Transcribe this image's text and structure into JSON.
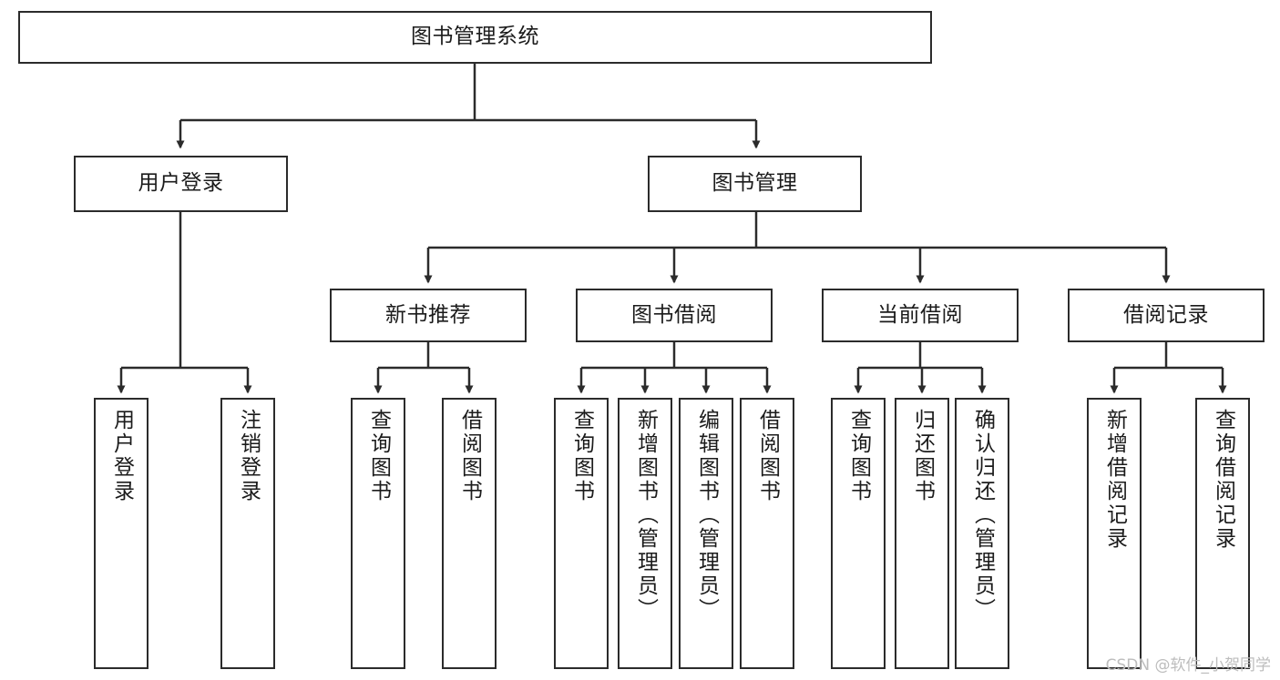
{
  "title": "图书管理系统",
  "watermark": "CSDN @软件_小贺同学",
  "colors": {
    "node_border": "#2b2b2b",
    "node_fill": "#ffffff",
    "edge": "#2b2b2b",
    "text": "#1b1b1b",
    "watermark": "#bdbdbd",
    "background": "#ffffff"
  },
  "nodes": {
    "root": {
      "label": "图书管理系统",
      "level": 0
    },
    "user_login": {
      "label": "用户登录",
      "level": 1
    },
    "book_manage": {
      "label": "图书管理",
      "level": 1
    },
    "new_book_rec": {
      "label": "新书推荐",
      "level": 2
    },
    "book_borrow": {
      "label": "图书借阅",
      "level": 2
    },
    "current_borrow": {
      "label": "当前借阅",
      "level": 2
    },
    "borrow_record": {
      "label": "借阅记录",
      "level": 2
    },
    "leaf_user_login": {
      "label": "用户登录",
      "level": 3
    },
    "leaf_logout": {
      "label": "注销登录",
      "level": 3
    },
    "leaf_query_book_1": {
      "label": "查询图书",
      "level": 3
    },
    "leaf_borrow_book_1": {
      "label": "借阅图书",
      "level": 3
    },
    "leaf_query_book_2": {
      "label": "查询图书",
      "level": 3
    },
    "leaf_add_book": {
      "label": "新增图书（管理员）",
      "level": 3
    },
    "leaf_edit_book": {
      "label": "编辑图书（管理员）",
      "level": 3
    },
    "leaf_borrow_book_2": {
      "label": "借阅图书",
      "level": 3
    },
    "leaf_query_book_3": {
      "label": "查询图书",
      "level": 3
    },
    "leaf_return_book": {
      "label": "归还图书",
      "level": 3
    },
    "leaf_confirm_return": {
      "label": "确认归还（管理员）",
      "level": 3
    },
    "leaf_add_record": {
      "label": "新增借阅记录",
      "level": 3
    },
    "leaf_query_record": {
      "label": "查询借阅记录",
      "level": 3
    }
  },
  "tree": {
    "root": "图书管理系统",
    "children": [
      {
        "label": "用户登录",
        "children": [
          {
            "label": "用户登录"
          },
          {
            "label": "注销登录"
          }
        ]
      },
      {
        "label": "图书管理",
        "children": [
          {
            "label": "新书推荐",
            "children": [
              {
                "label": "查询图书"
              },
              {
                "label": "借阅图书"
              }
            ]
          },
          {
            "label": "图书借阅",
            "children": [
              {
                "label": "查询图书"
              },
              {
                "label": "新增图书（管理员）"
              },
              {
                "label": "编辑图书（管理员）"
              },
              {
                "label": "借阅图书"
              }
            ]
          },
          {
            "label": "当前借阅",
            "children": [
              {
                "label": "查询图书"
              },
              {
                "label": "归还图书"
              },
              {
                "label": "确认归还（管理员）"
              }
            ]
          },
          {
            "label": "借阅记录",
            "children": [
              {
                "label": "新增借阅记录"
              },
              {
                "label": "查询借阅记录"
              }
            ]
          }
        ]
      }
    ]
  }
}
